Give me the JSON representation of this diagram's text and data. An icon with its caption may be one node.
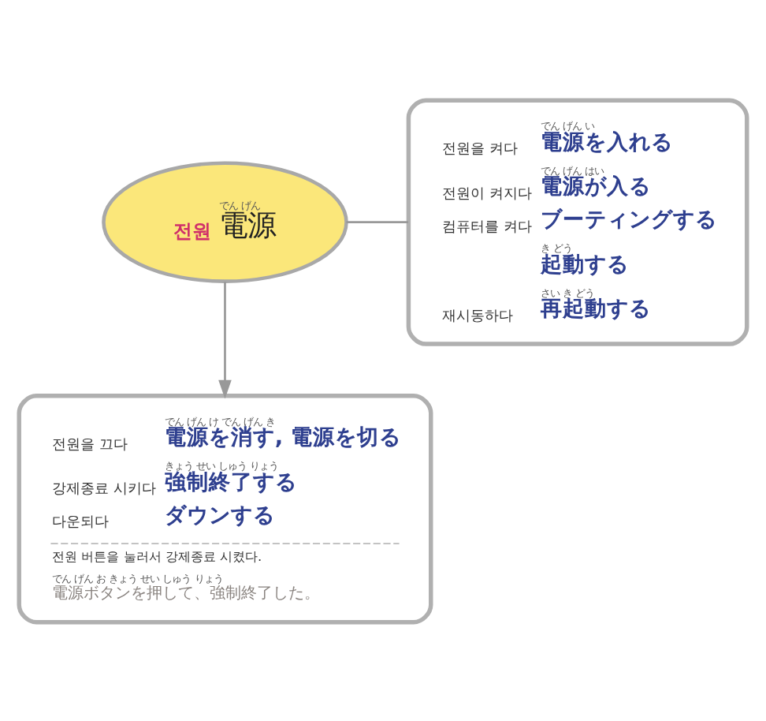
{
  "diagram": {
    "nodes": [
      {
        "text": [
          "전원",
          "でん げん",
          "電源"
        ]
      },
      {
        "text": [
          "전원을 켜다",
          "でん げん い",
          "電源を入れる",
          "전원이 켜지다",
          "でん げん はい",
          "電源が入る",
          "컴퓨터를 켜다",
          "ブーティングする",
          "き どう",
          "起動する",
          "재시동하다",
          "さい き どう",
          "再起動する"
        ]
      },
      {
        "text": [
          "전원을 끄다",
          "でん げん け でん げん き",
          "電源を消す, 電源を切る",
          "강제종료 시키다",
          "きょう せい しゅう りょう",
          "強制終了する",
          "다운되다",
          "ダウンする",
          "전원 버튼을 눌러서 강제종료 시켰다.",
          "でん げん お きょう せい しゅう りょう",
          "電源ボタンを押して、強制終了した。"
        ]
      }
    ],
    "edges": [
      {
        "from": 0,
        "to": 1,
        "arrow": "none"
      },
      {
        "from": 0,
        "to": 2,
        "arrow": "to"
      }
    ]
  }
}
